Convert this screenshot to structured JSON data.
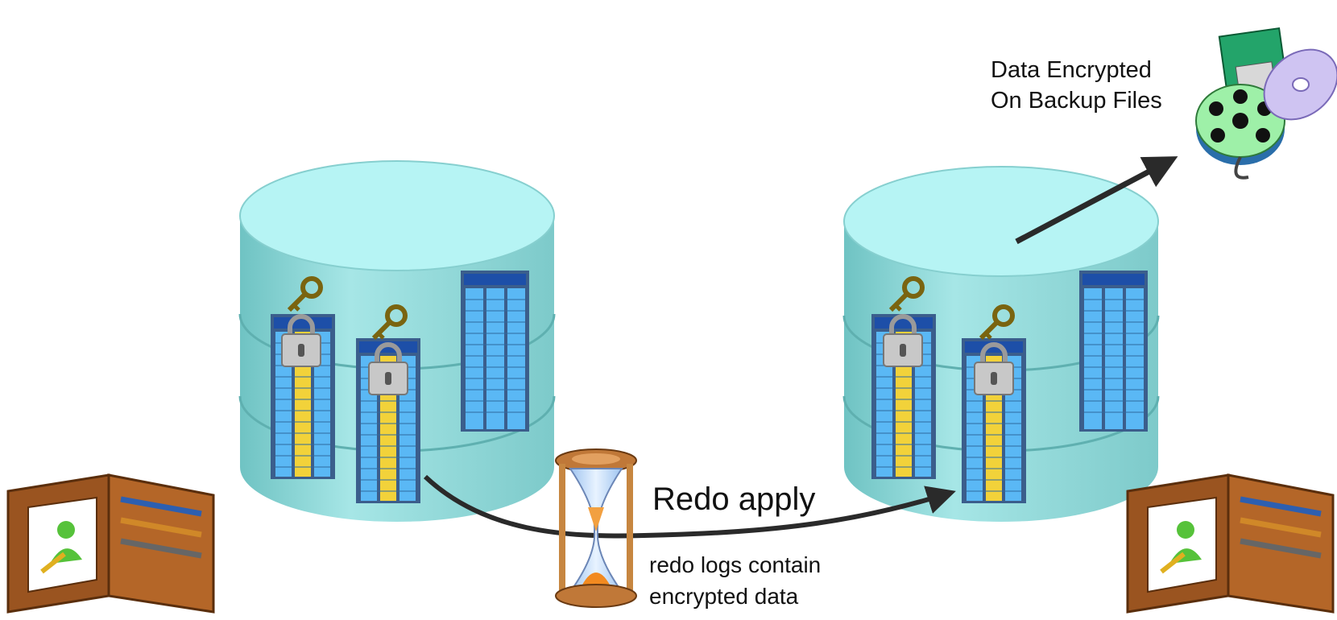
{
  "labels": {
    "backup_line1": "Data Encrypted",
    "backup_line2": "On Backup Files",
    "redo_apply": "Redo apply",
    "redo_logs_line1": "redo logs contain",
    "redo_logs_line2": "encrypted data"
  },
  "colors": {
    "cylinder_top": "#b6f4f4",
    "cylinder_side": "#86d2d2",
    "table_blue": "#4aa8f0",
    "table_gold": "#f2d23a",
    "wallet_brown": "#8a4a1e",
    "arrow": "#2a2a2a"
  },
  "icons": [
    "key-icon",
    "padlock-icon",
    "wallet-icon",
    "hourglass-icon",
    "backup-media-icon"
  ]
}
